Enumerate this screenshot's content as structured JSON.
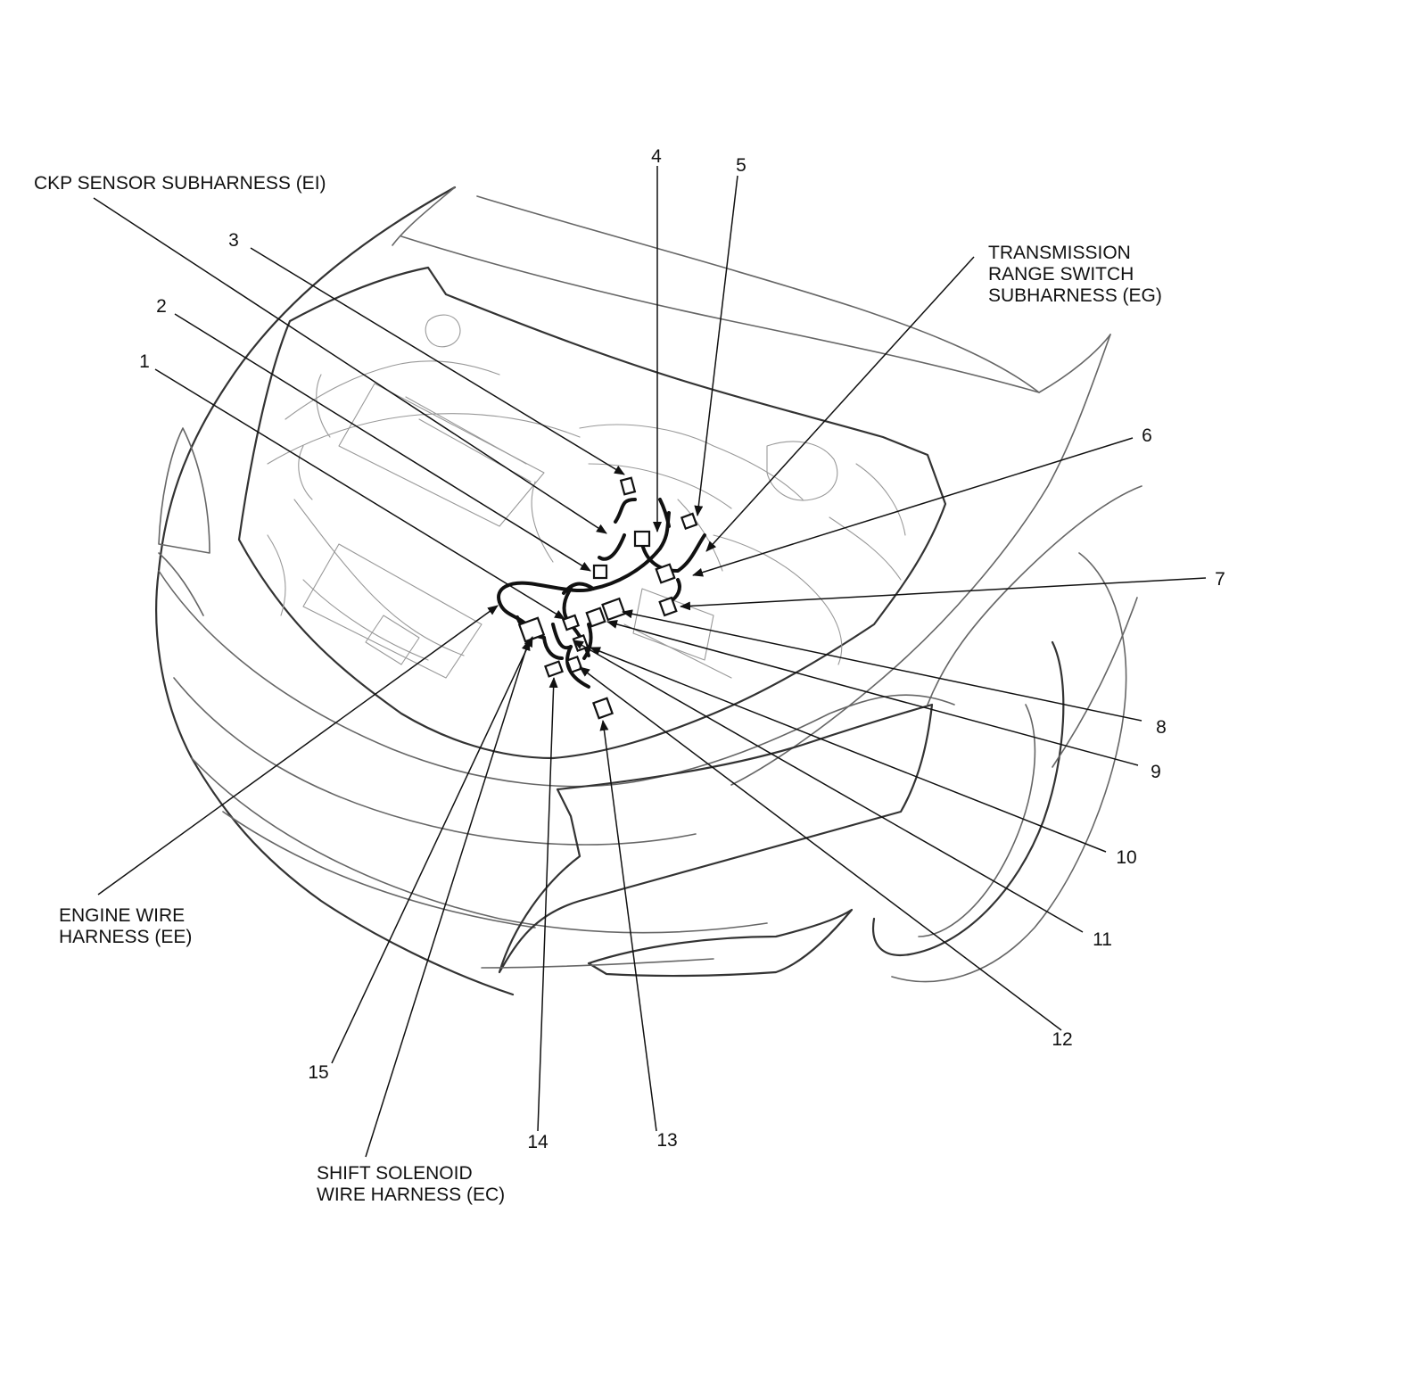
{
  "harness_labels": {
    "ckp": [
      "CKP SENSOR SUBHARNESS (EI)"
    ],
    "transmission": [
      "TRANSMISSION",
      "RANGE SWITCH",
      "SUBHARNESS (EG)"
    ],
    "engine": [
      "ENGINE WIRE",
      "HARNESS (EE)"
    ],
    "shift": [
      "SHIFT SOLENOID",
      "WIRE HARNESS (EC)"
    ]
  },
  "callouts": [
    "1",
    "2",
    "3",
    "4",
    "5",
    "6",
    "7",
    "8",
    "9",
    "10",
    "11",
    "12",
    "13",
    "14",
    "15"
  ]
}
